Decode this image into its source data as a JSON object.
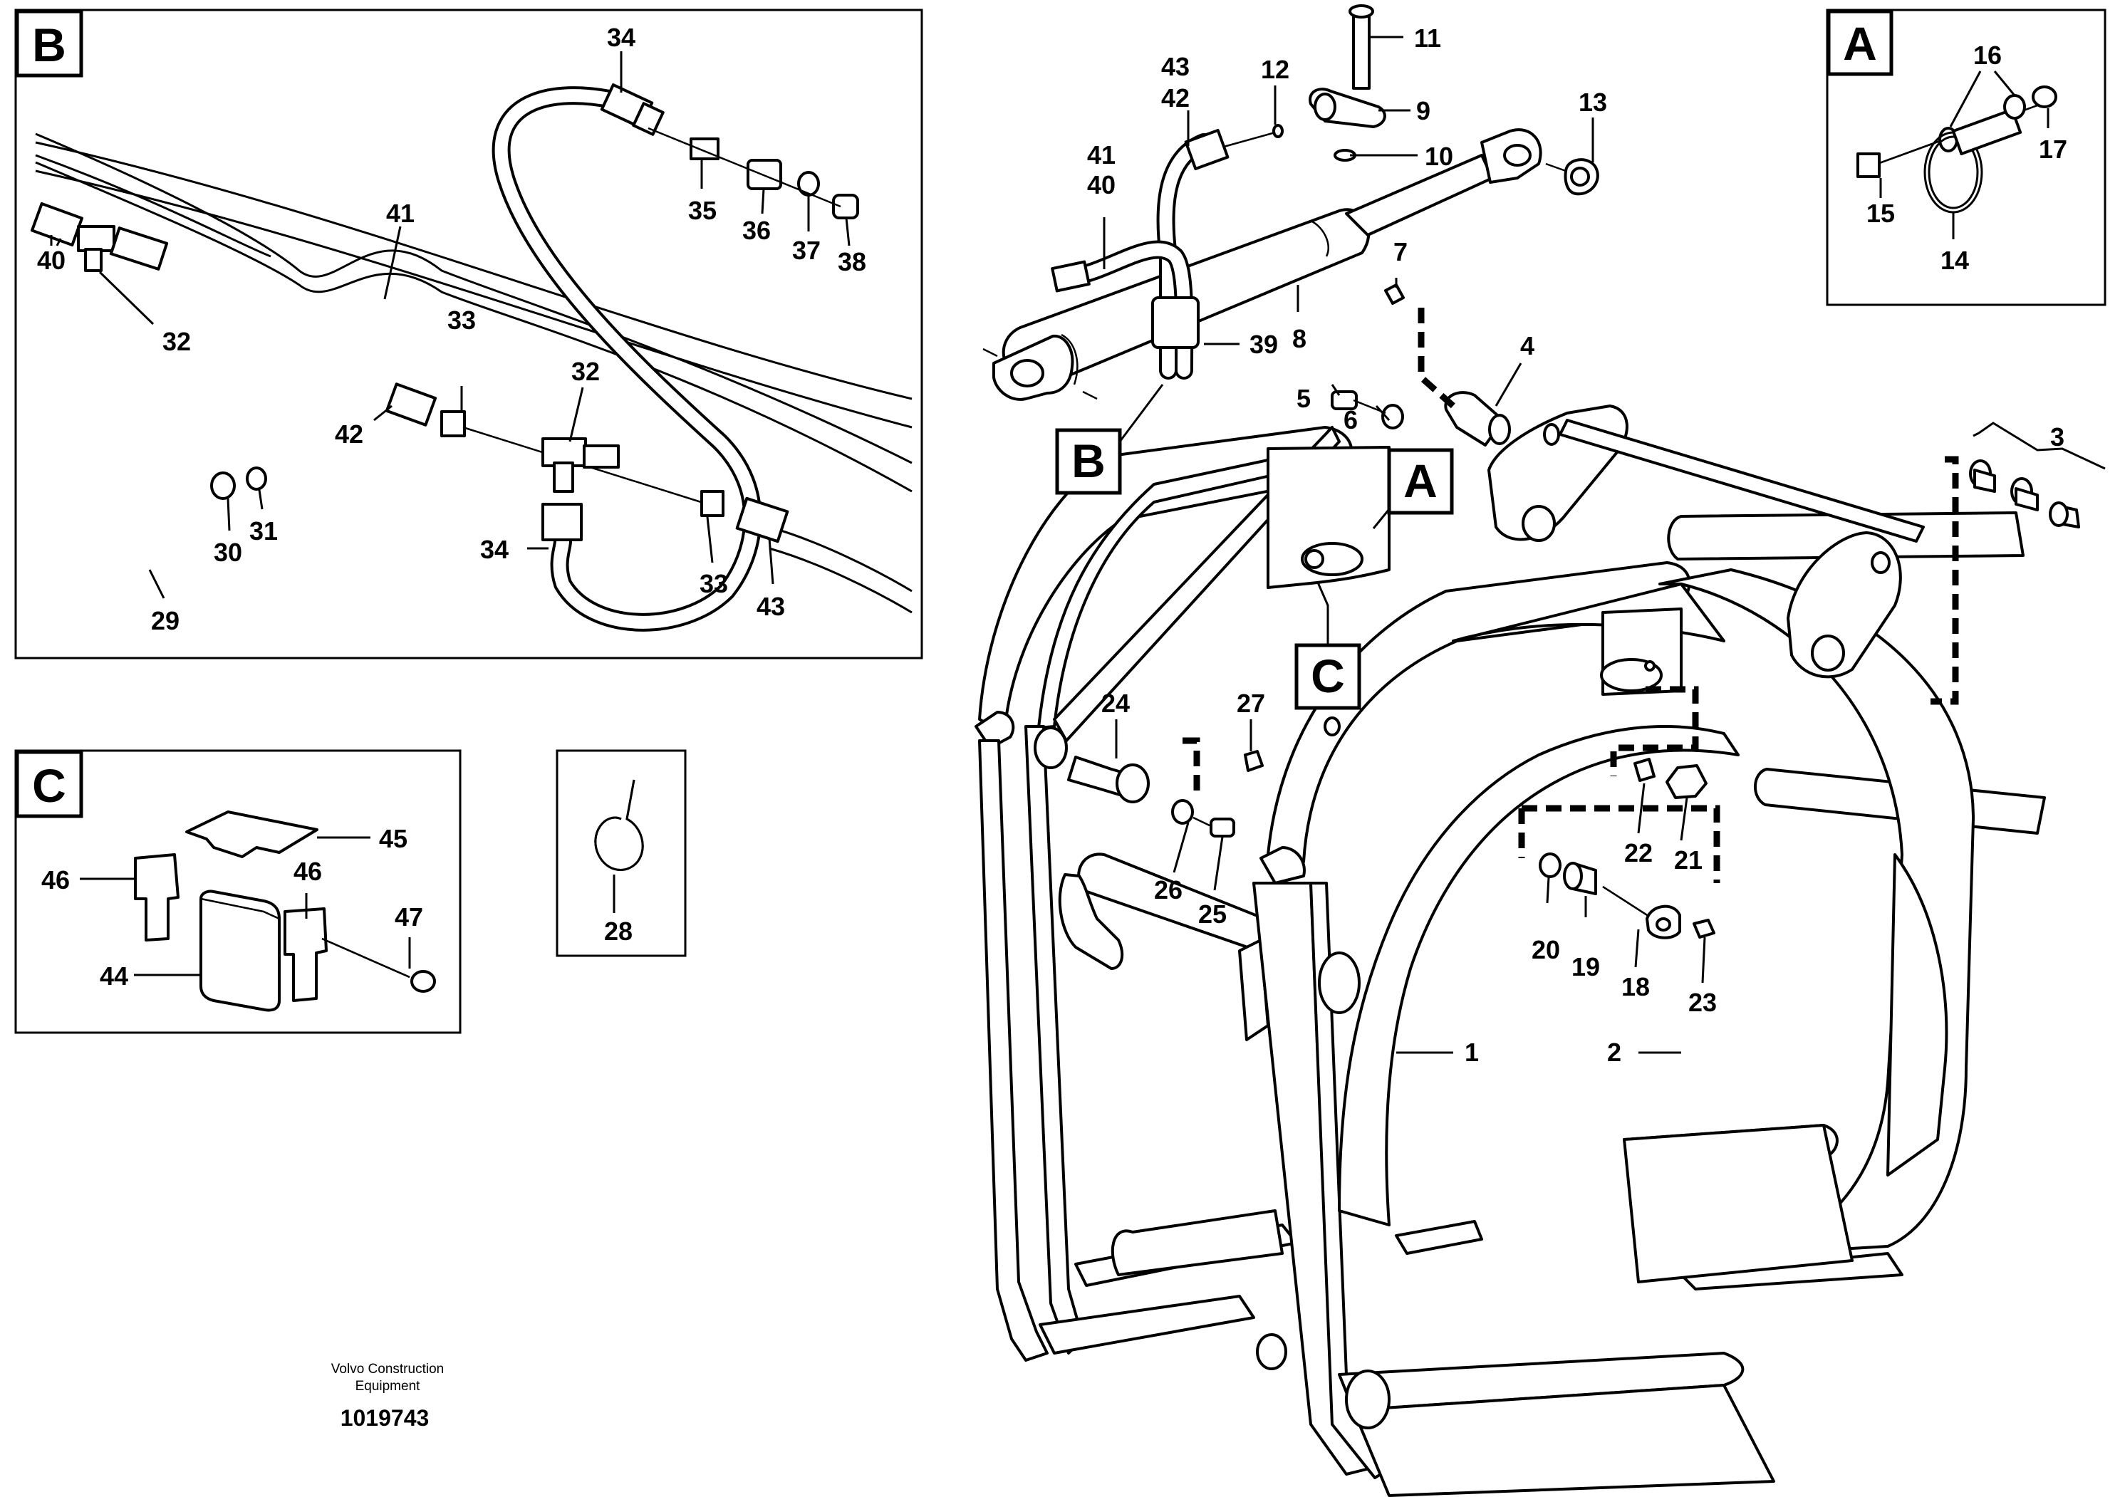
{
  "callouts": {
    "n1": "1",
    "n2": "2",
    "n3": "3",
    "n4": "4",
    "n5": "5",
    "n6": "6",
    "n7": "7",
    "n8": "8",
    "n9": "9",
    "n10": "10",
    "n11": "11",
    "n12": "12",
    "n13": "13",
    "n14": "14",
    "n15": "15",
    "n16": "16",
    "n17": "17",
    "n18": "18",
    "n19": "19",
    "n20": "20",
    "n21": "21",
    "n22": "22",
    "n23": "23",
    "n24": "24",
    "n25": "25",
    "n26": "26",
    "n27": "27",
    "n28": "28",
    "n29": "29",
    "n30": "30",
    "n31": "31",
    "n32": "32",
    "n33": "33",
    "n34": "34",
    "n35": "35",
    "n36": "36",
    "n37": "37",
    "n38": "38",
    "n39": "39",
    "n40": "40",
    "n41": "41",
    "n42": "42",
    "n43": "43",
    "n44": "44",
    "n45": "45",
    "n46": "46",
    "n47": "47"
  },
  "detail_tags": {
    "a": "A",
    "b": "B",
    "c": "C"
  },
  "footer": {
    "company_line1": "Volvo Construction",
    "company_line2": "Equipment",
    "drawing_number": "1019743"
  }
}
